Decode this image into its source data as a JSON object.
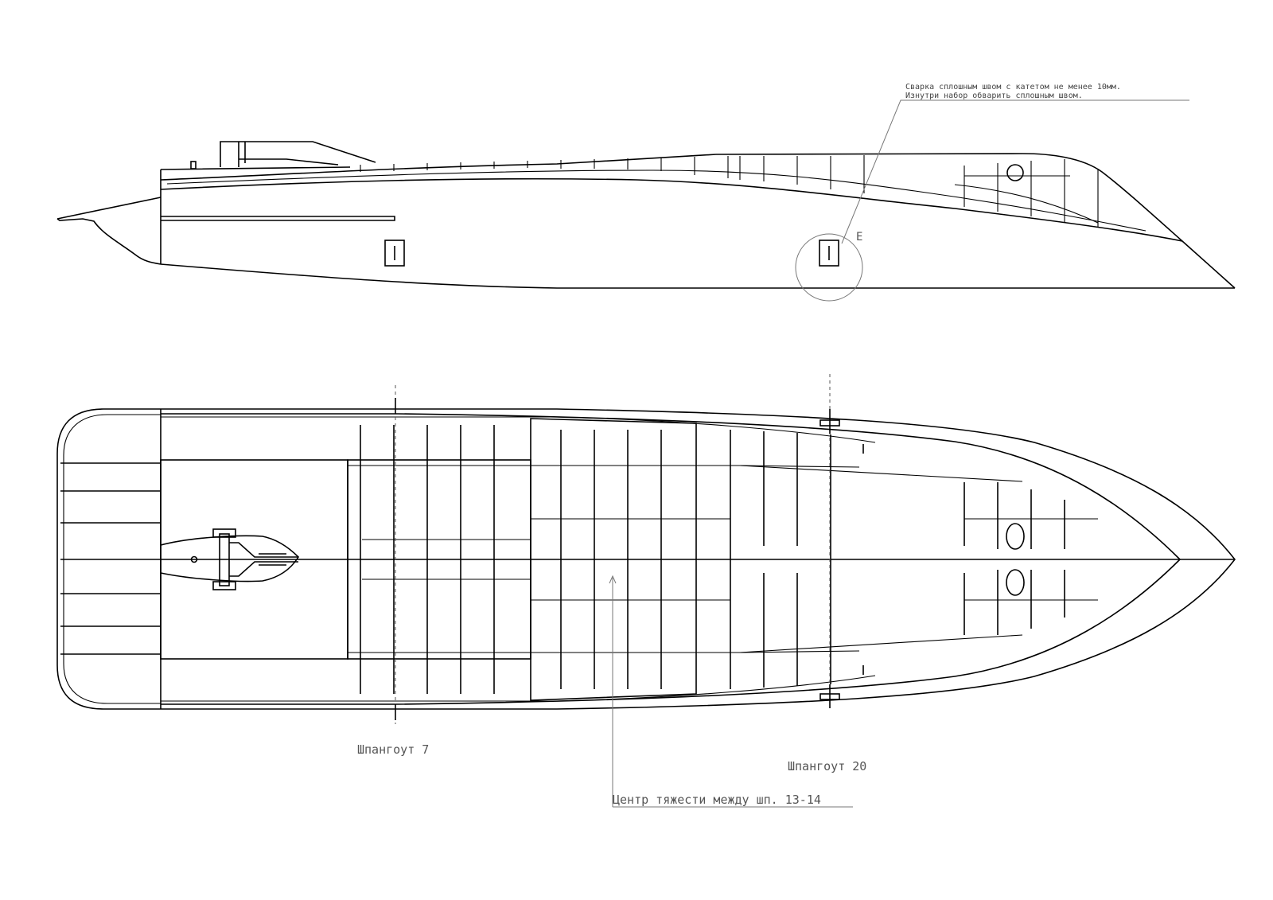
{
  "weld_note": {
    "line1": "Сварка сплошным швом с катетом не менее 10мм.",
    "line2": "Изнутри набор обварить сплошным швом."
  },
  "detail_mark": "E",
  "frame_labels": {
    "frame7": "Шпангоут 7",
    "frame20": "Шпангоут 20"
  },
  "cg_label": "Центр тяжести между шп. 13-14"
}
